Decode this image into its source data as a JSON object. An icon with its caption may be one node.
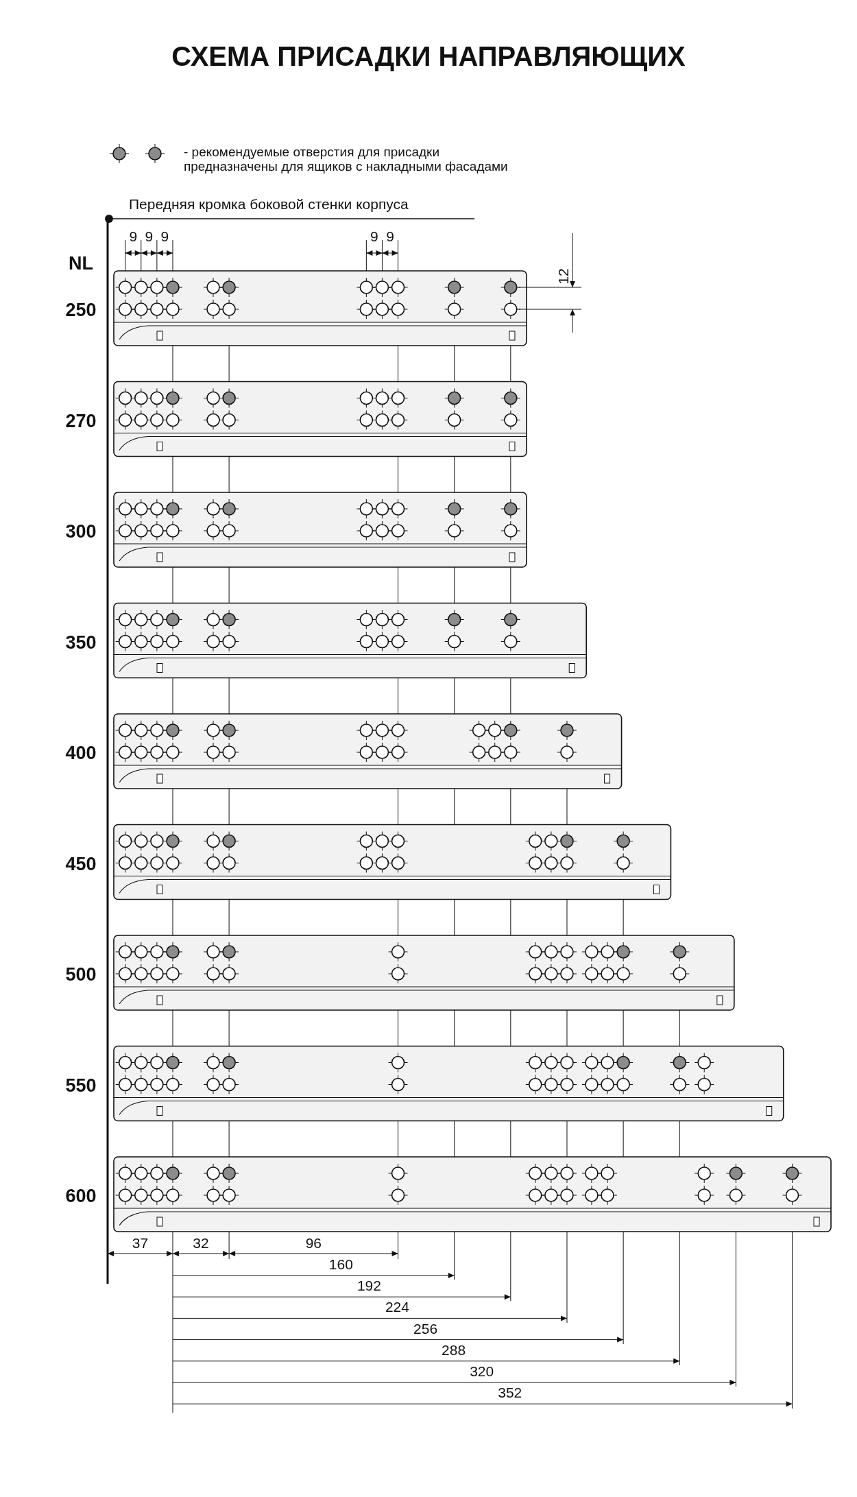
{
  "diagram": {
    "title": "СХЕМА ПРИСАДКИ НАПРАВЛЯЮЩИХ",
    "nodes": [
      {
        "text": [
          "Передняя кромка боковой стенки корпуса"
        ]
      },
      {
        "text": [],
        "shape": "bar"
      }
    ],
    "edges": [
      {
        "from": 0,
        "to": 1,
        "arrow": "other"
      }
    ],
    "labels": [
      "9",
      "9",
      "9",
      "9",
      "9",
      "12",
      "NL",
      "250",
      "270",
      "300",
      "350",
      "400",
      "450",
      "500",
      "550",
      "600",
      "37",
      "32",
      "96",
      "160",
      "192",
      "224",
      "256",
      "288",
      "320",
      "352"
    ],
    "legend": [
      {
        "text": "- рекомендуемые отверстия для присадки предназначены для ящиков с накладными фасадами"
      }
    ]
  }
}
